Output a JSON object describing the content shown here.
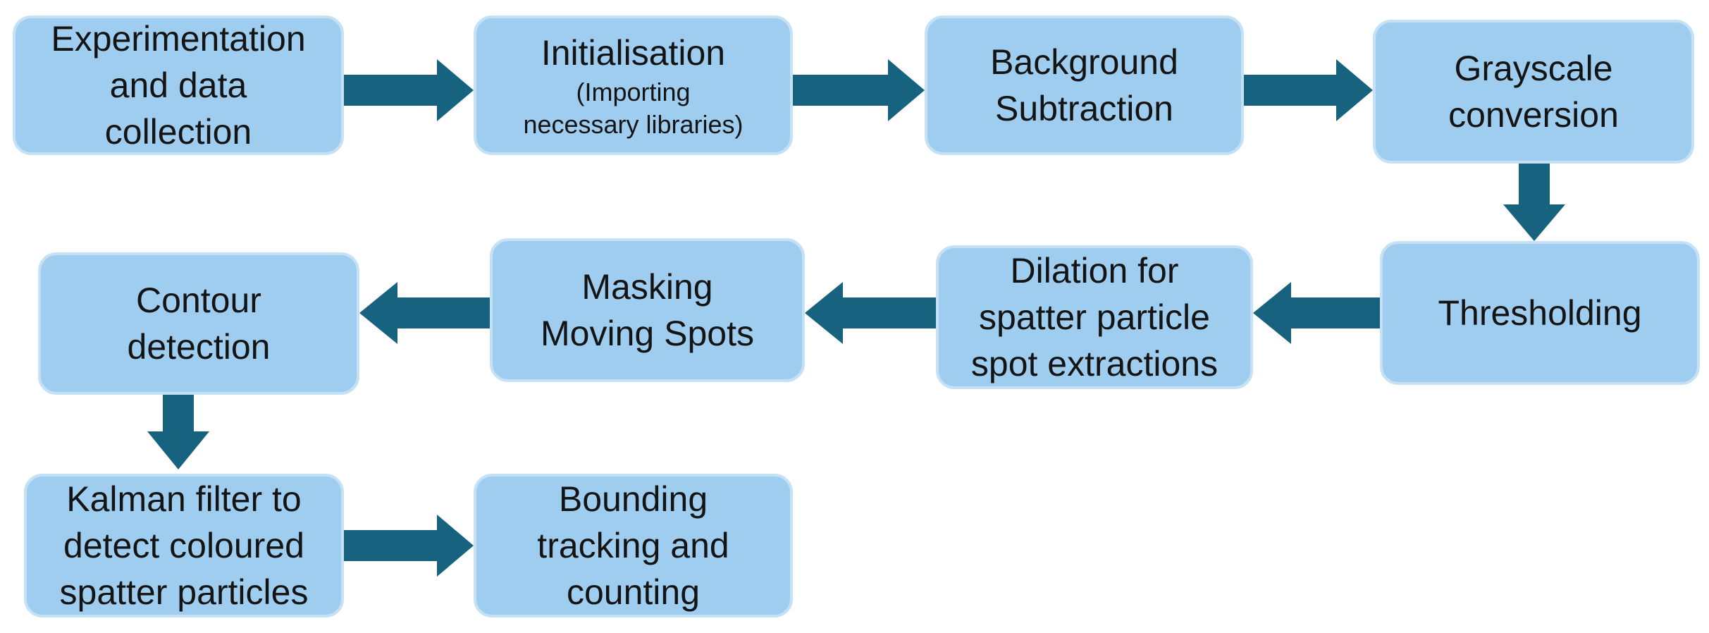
{
  "diagram": {
    "colors": {
      "box_fill": "#9fcdef",
      "box_border": "#c5e1f6",
      "arrow": "#17637f",
      "text": "#141414"
    },
    "steps": [
      {
        "id": "experimentation",
        "lines": [
          "Experimentation",
          "and data",
          "collection"
        ]
      },
      {
        "id": "initialisation",
        "lines": [
          "Initialisation"
        ],
        "sub_lines": [
          "(Importing",
          "necessary libraries)"
        ]
      },
      {
        "id": "background-subtraction",
        "lines": [
          "Background",
          "Subtraction"
        ]
      },
      {
        "id": "grayscale-conversion",
        "lines": [
          "Grayscale",
          "conversion"
        ]
      },
      {
        "id": "thresholding",
        "lines": [
          "Thresholding"
        ]
      },
      {
        "id": "dilation",
        "lines": [
          "Dilation for",
          "spatter particle",
          "spot extractions"
        ]
      },
      {
        "id": "masking",
        "lines": [
          "Masking",
          "Moving Spots"
        ]
      },
      {
        "id": "contour-detection",
        "lines": [
          "Contour",
          "detection"
        ]
      },
      {
        "id": "kalman-filter",
        "lines": [
          "Kalman filter to",
          "detect coloured",
          "spatter particles"
        ]
      },
      {
        "id": "bounding",
        "lines": [
          "Bounding",
          "tracking and",
          "counting"
        ]
      }
    ],
    "connections": [
      {
        "from": "experimentation",
        "to": "initialisation",
        "direction": "right"
      },
      {
        "from": "initialisation",
        "to": "background-subtraction",
        "direction": "right"
      },
      {
        "from": "background-subtraction",
        "to": "grayscale-conversion",
        "direction": "right"
      },
      {
        "from": "grayscale-conversion",
        "to": "thresholding",
        "direction": "down"
      },
      {
        "from": "thresholding",
        "to": "dilation",
        "direction": "left"
      },
      {
        "from": "dilation",
        "to": "masking",
        "direction": "left"
      },
      {
        "from": "masking",
        "to": "contour-detection",
        "direction": "left"
      },
      {
        "from": "contour-detection",
        "to": "kalman-filter",
        "direction": "down"
      },
      {
        "from": "kalman-filter",
        "to": "bounding",
        "direction": "right"
      }
    ]
  }
}
